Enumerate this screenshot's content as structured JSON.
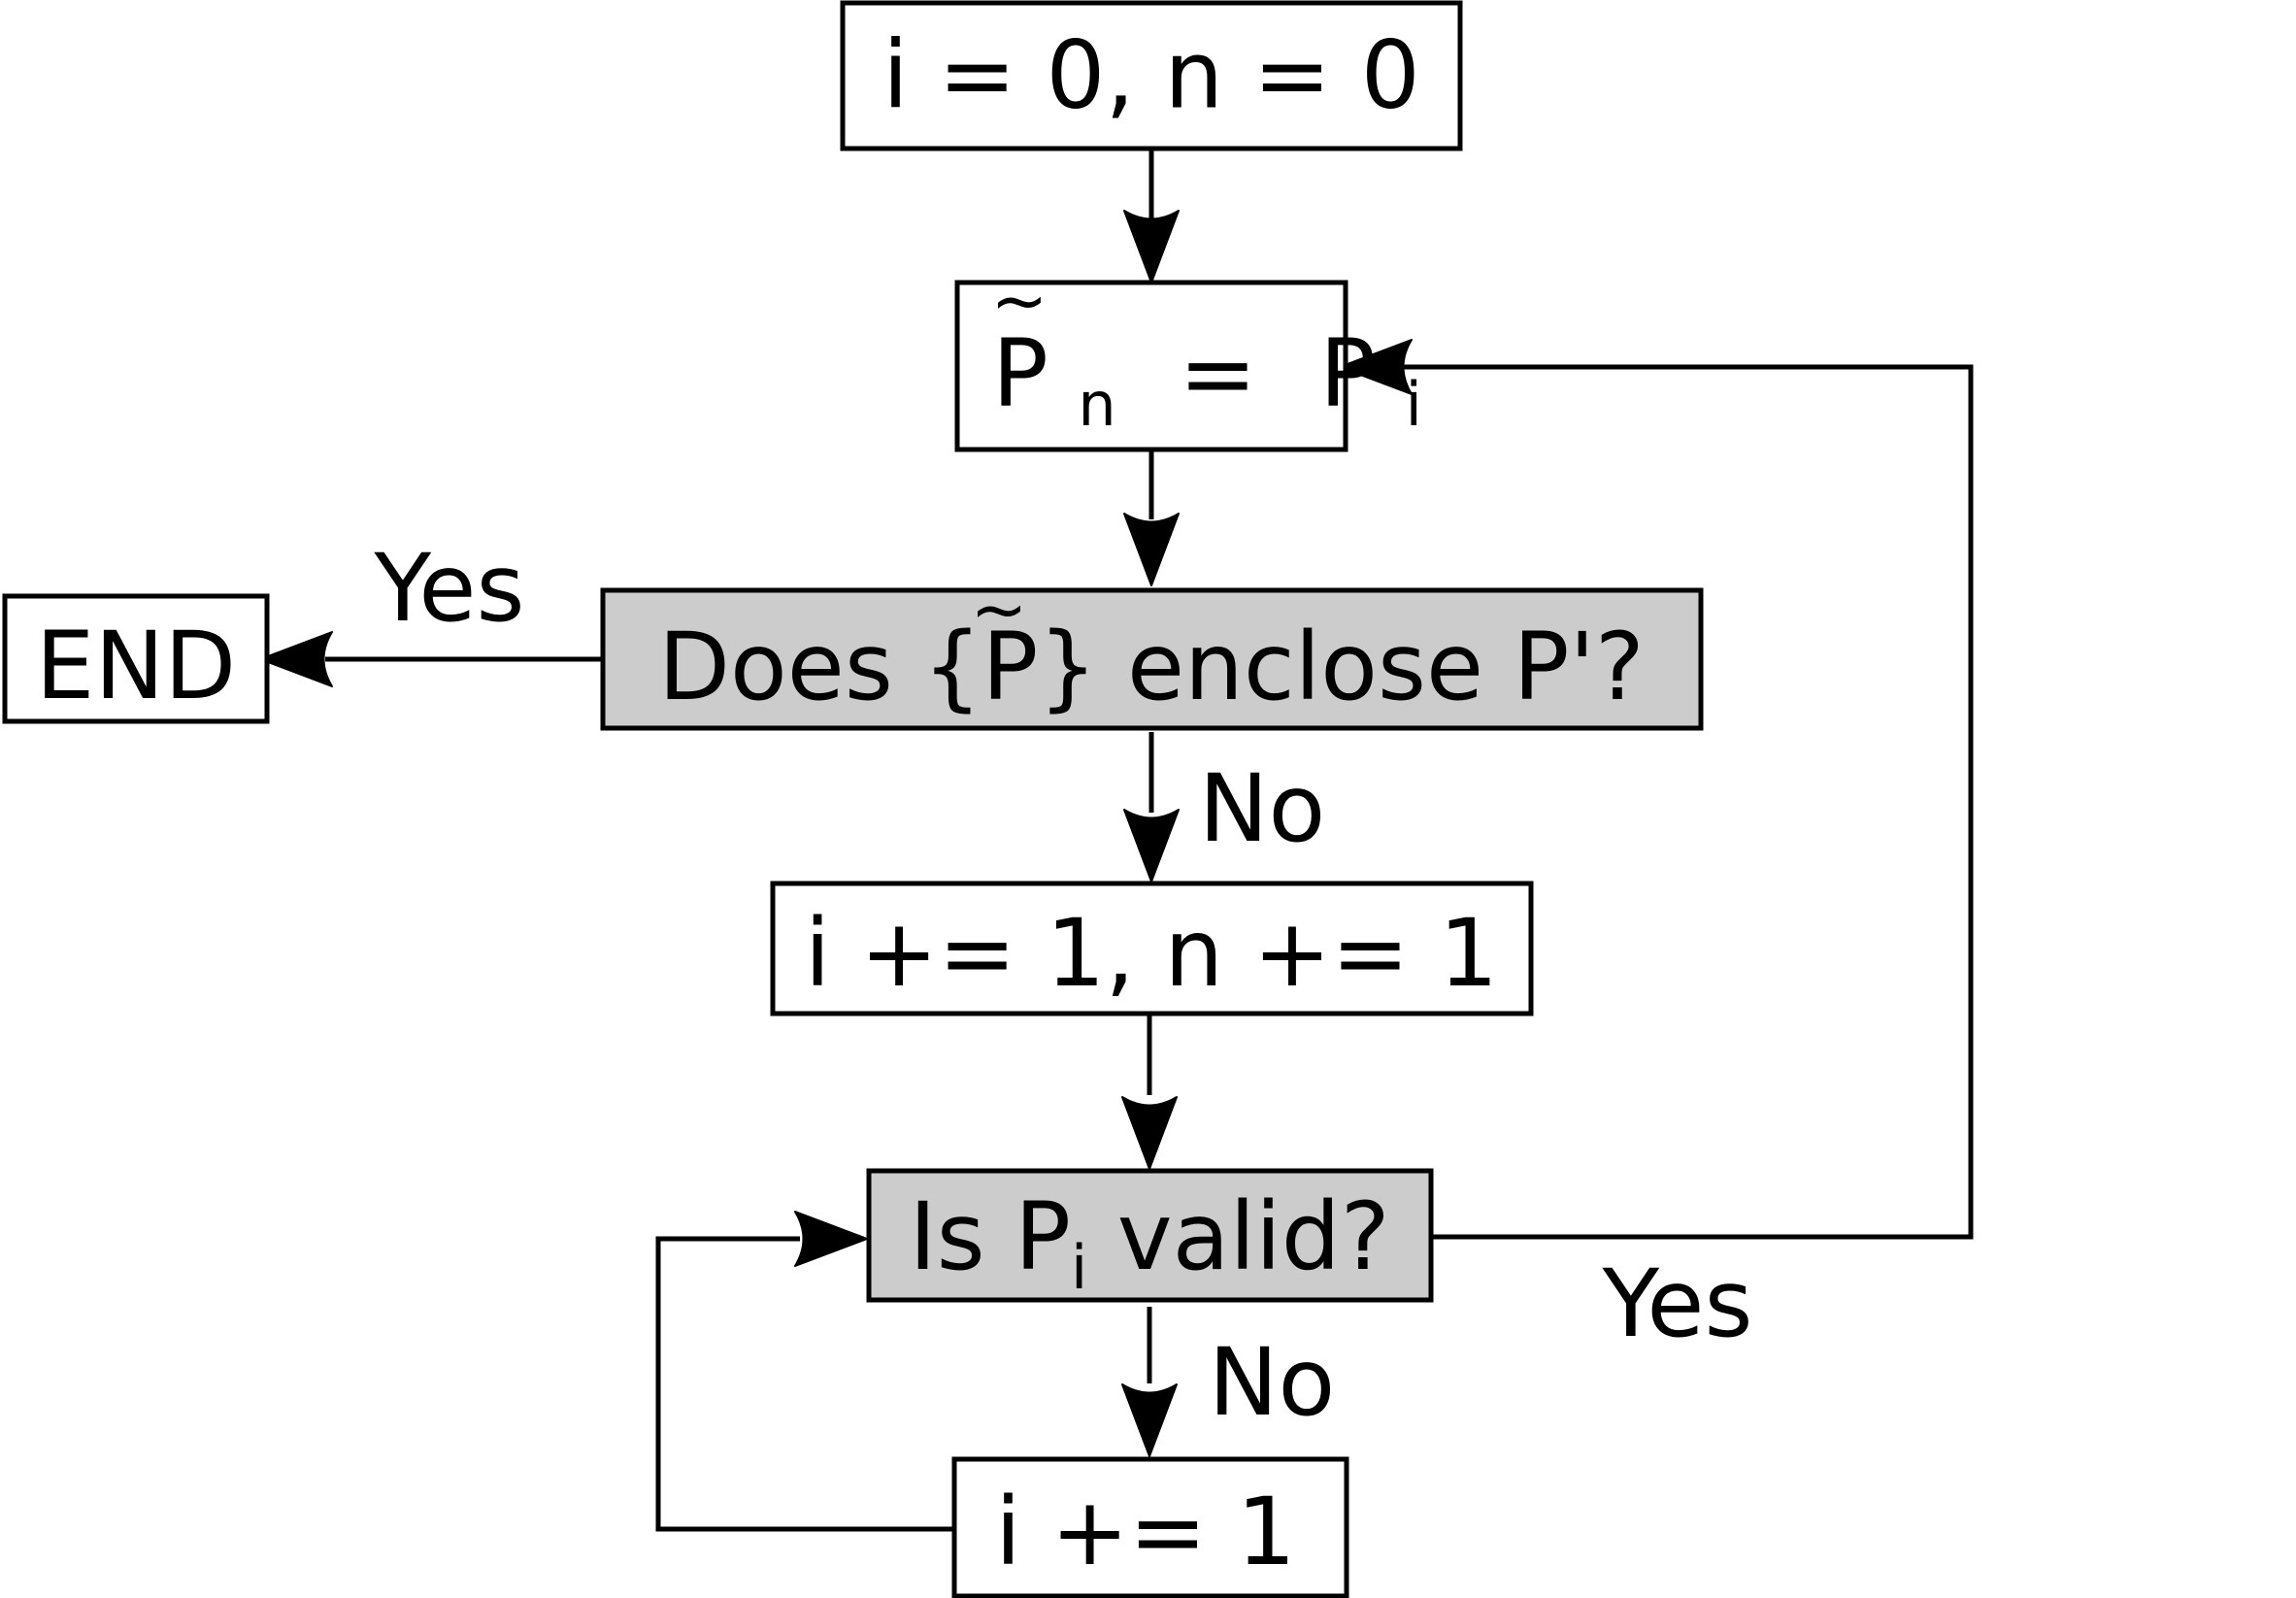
{
  "colors": {
    "stroke": "#000000",
    "process_fill": "#ffffff",
    "decision_fill": "#cccccc",
    "background": "#ffffff"
  },
  "nodes": {
    "init": {
      "text": "i = 0, n = 0"
    },
    "assign": {
      "base": "P",
      "accent": "~",
      "sub_n": "n",
      "equals": "=",
      "rhs": "P",
      "sub_i": "i"
    },
    "enclose_check": {
      "before": "Does {",
      "base": "P",
      "accent": "~",
      "after": "} enclose P'?"
    },
    "end": {
      "text": "END"
    },
    "increment_both": {
      "text": "i += 1, n += 1"
    },
    "valid_check": {
      "before": "Is P",
      "sub": "i",
      "after": " valid?"
    },
    "increment_i": {
      "text": "i += 1"
    }
  },
  "edge_labels": {
    "enclose_yes": "Yes",
    "enclose_no": "No",
    "valid_yes": "Yes",
    "valid_no": "No"
  }
}
